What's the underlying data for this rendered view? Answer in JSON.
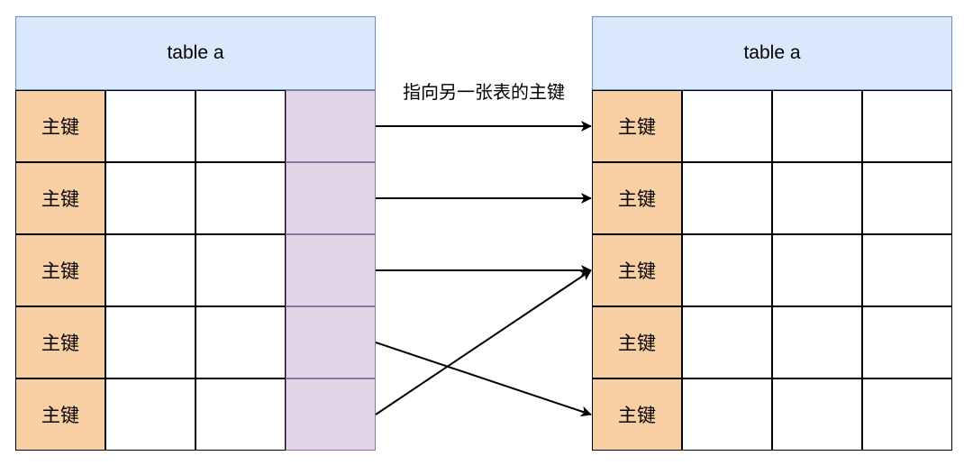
{
  "left_table": {
    "title": "table a",
    "rows": [
      [
        "主键",
        "",
        "",
        ""
      ],
      [
        "主键",
        "",
        "",
        ""
      ],
      [
        "主键",
        "",
        "",
        ""
      ],
      [
        "主键",
        "",
        "",
        ""
      ],
      [
        "主键",
        "",
        "",
        ""
      ]
    ]
  },
  "right_table": {
    "title": "table a",
    "rows": [
      [
        "主键",
        "",
        "",
        ""
      ],
      [
        "主键",
        "",
        "",
        ""
      ],
      [
        "主键",
        "",
        "",
        ""
      ],
      [
        "主键",
        "",
        "",
        ""
      ],
      [
        "主键",
        "",
        "",
        ""
      ]
    ]
  },
  "arrow_label": "指向另一张表的主键",
  "connections": [
    {
      "from_row": 0,
      "to_row": 0
    },
    {
      "from_row": 1,
      "to_row": 1
    },
    {
      "from_row": 2,
      "to_row": 2
    },
    {
      "from_row": 3,
      "to_row": 4
    },
    {
      "from_row": 4,
      "to_row": 2
    }
  ],
  "colors": {
    "header_fill": "#dae8fc",
    "header_stroke": "#6c8ebf",
    "primary_key_fill": "#f8cea3",
    "foreign_key_fill": "#e1d5e7",
    "foreign_key_stroke": "#9673a6",
    "line": "#000000"
  }
}
